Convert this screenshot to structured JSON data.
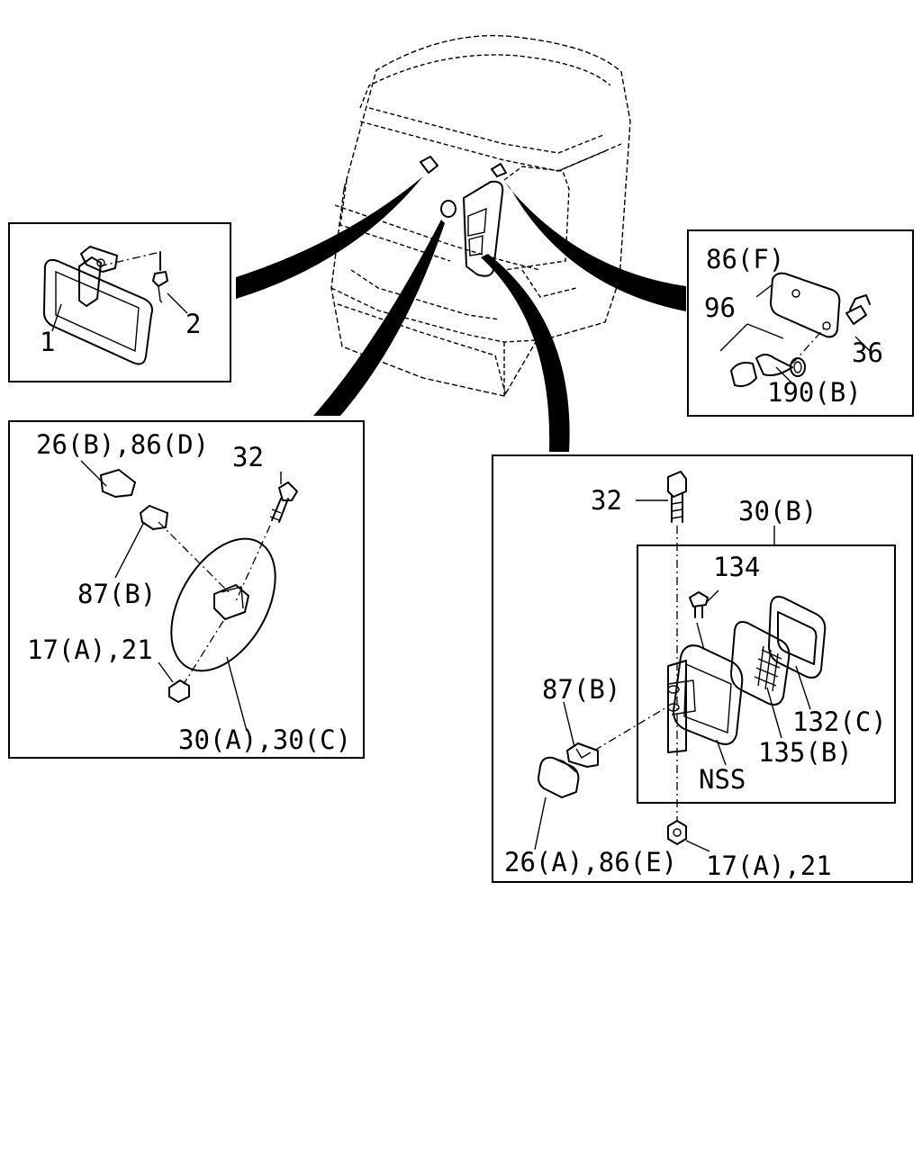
{
  "callouts": {
    "mirror_inner": {
      "part1": "1",
      "part2": "2"
    },
    "cab_light": {
      "partF": "86(F)",
      "part96": "96",
      "part36": "36",
      "part190": "190(B)"
    },
    "round_mirror": {
      "part26b": "26(B),86(D)",
      "part32": "32",
      "part87b": "87(B)",
      "part17": "17(A),21",
      "part30": "30(A),30(C)"
    },
    "square_mirror": {
      "part32": "32",
      "part30b": "30(B)",
      "part134": "134",
      "part87b": "87(B)",
      "part132": "132(C)",
      "part135": "135(B)",
      "partNSS": "NSS",
      "part26a": "26(A),86(E)",
      "part17": "17(A),21"
    }
  }
}
